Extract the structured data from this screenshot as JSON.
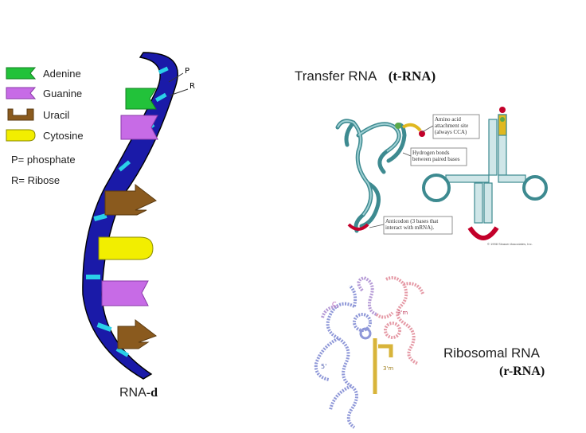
{
  "legend": {
    "items": [
      {
        "label": "Adenine",
        "color": "#22c23a",
        "icon": "adenine-block-icon"
      },
      {
        "label": "Guanine",
        "color": "#c76be6",
        "icon": "guanine-block-icon"
      },
      {
        "label": "Uracil",
        "color": "#8a5a1e",
        "icon": "uracil-block-icon"
      },
      {
        "label": "Cytosine",
        "color": "#f2ee00",
        "icon": "cytosine-block-icon"
      }
    ],
    "phosphate_key": "P= phosphate",
    "ribose_key": "R= Ribose"
  },
  "strand": {
    "p_label": "P",
    "r_label": "R",
    "backbone_color": "#1a1aa8",
    "phosphate_color": "#2ad0e8",
    "caption_main": "RNA",
    "caption_suffix": "-d"
  },
  "trna": {
    "title": "Transfer RNA",
    "abbrev": "(t-RNA)",
    "callout_amino": "Amino acid attachment site (always CCA)",
    "callout_hbonds": "Hydrogen bonds between paired bases",
    "callout_anticodon": "Anticodon (3 bases that interact with mRNA).",
    "copyright": "© 1998 Sinauer Associates, Inc.",
    "stem_color": "#3d8a90"
  },
  "rrna": {
    "title": "Ribosomal RNA",
    "abbrev": "(r-RNA)",
    "label_3a": "3'm",
    "label_3b": "3'm",
    "label_5": "5'",
    "label_c": "C"
  }
}
